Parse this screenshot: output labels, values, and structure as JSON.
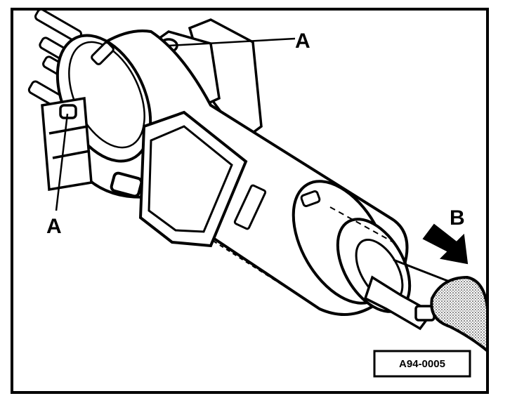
{
  "labels": {
    "callout_a_top": "A",
    "callout_a_left": "A",
    "callout_b": "B"
  },
  "reference_code": "A94-0005",
  "colors": {
    "ink": "#000000",
    "paper": "#ffffff",
    "shade": "#cccccc"
  }
}
